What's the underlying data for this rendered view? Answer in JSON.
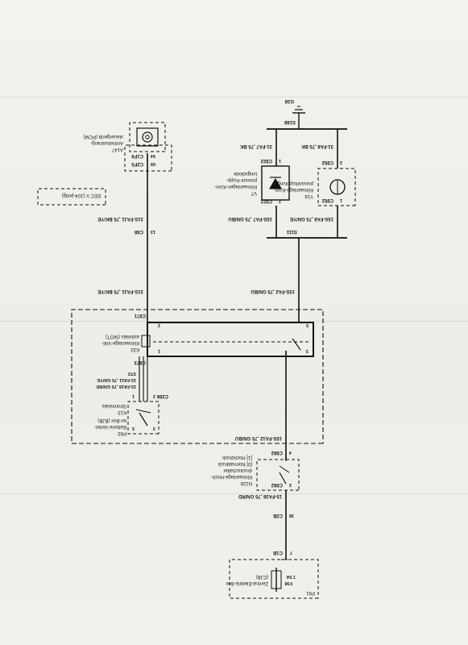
{
  "components": {
    "p91": {
      "ref": "P91",
      "name_lines": [
        "Zentral-Elektrik-Box",
        "(CJB)"
      ],
      "fuse": "F38",
      "fuse_rating": "7.5A"
    },
    "n126": {
      "ref": "N126",
      "name_lines": [
        "Klimaanlage-Hoch-",
        "druckschalter",
        "[0] Normaldruck",
        "[1] Hochdruck"
      ]
    },
    "p93": {
      "ref": "P93",
      "name_lines": [
        "Batterie-Vertei-",
        "ler-Box (BJB)"
      ]
    },
    "k13": {
      "ref": "K13",
      "name_lines": [
        "Stromrelais"
      ]
    },
    "k32": {
      "ref": "K32",
      "name_lines": [
        "Klimaanlage-Voll-",
        "astrelais (WOT)"
      ]
    },
    "a147": {
      "ref": "A147",
      "name_lines": [
        "Antriebsstrang-",
        "steuergerät (PCM)"
      ]
    },
    "eec": {
      "text": "EEC V (104-polig)"
    },
    "v7": {
      "ref": "V7",
      "name_lines": [
        "Klimaanlagen-Kom-",
        "pressor-Kupp-",
        "lungsdiode"
      ]
    },
    "y16": {
      "ref": "Y16",
      "name_lines": [
        "Klimaanlage-Kom-",
        "pressorkupplung"
      ]
    }
  },
  "wires": {
    "w_f38_c2b": "15-FA38 ,75 GN/RD",
    "w_n126_c2b": "15S-FA12 ,75 GN/BU",
    "w_k32_s111": "15S-FA2 ,75 GN/BU",
    "w_s111_v7": "15S-FA7 ,75 GN/BU",
    "w_s111_y16": "15S-FA8 ,75 GN/YE",
    "w_v7_s188": "31-FA7 ,75 BK",
    "w_y16_s188": "31-FA8 ,75 BK",
    "w_k32_c8b": "31S-FA11 ,75 BK/YE",
    "w_c8b_pcm": "31S-FA11 ,75 BK/YE",
    "w_k13_k32a": "15-FA18 ,75 GN/RD",
    "w_k13_k32b": "15-FA11 ,75 GN/YE",
    "w_k13_k32c": "ST2"
  },
  "connectors": {
    "c1b": "C1B",
    "c2b": "C2B",
    "c88": "C88",
    "c882_top": "C882",
    "c882_bot": "C882",
    "c8b": "C8B",
    "c2f5": "C2F5",
    "c1f8": "C1F8",
    "c922_top": "C922",
    "c922_bot": "C922",
    "c952_top": "C952",
    "c952_bot": "C952",
    "c286": "C286",
    "c871": "C871",
    "c873": "C873"
  },
  "splices": {
    "s111": "S111",
    "s188": "S188"
  },
  "ground": {
    "g38": "G38"
  },
  "pins": {
    "c1b": "7",
    "c2b": "38",
    "n126_a": "2",
    "n126_b": "4",
    "k32_3": "3",
    "k32_5": "5",
    "k32_1": "1",
    "k32_2": "2",
    "k13_3": "3",
    "k13_5": "5",
    "k13_2": "2",
    "k13_1": "1",
    "c8b": "13",
    "c2f5": "69",
    "c1f8": "54",
    "v7_a": "2",
    "v7_b": "1",
    "y16_a": "1",
    "y16_b": "2"
  }
}
